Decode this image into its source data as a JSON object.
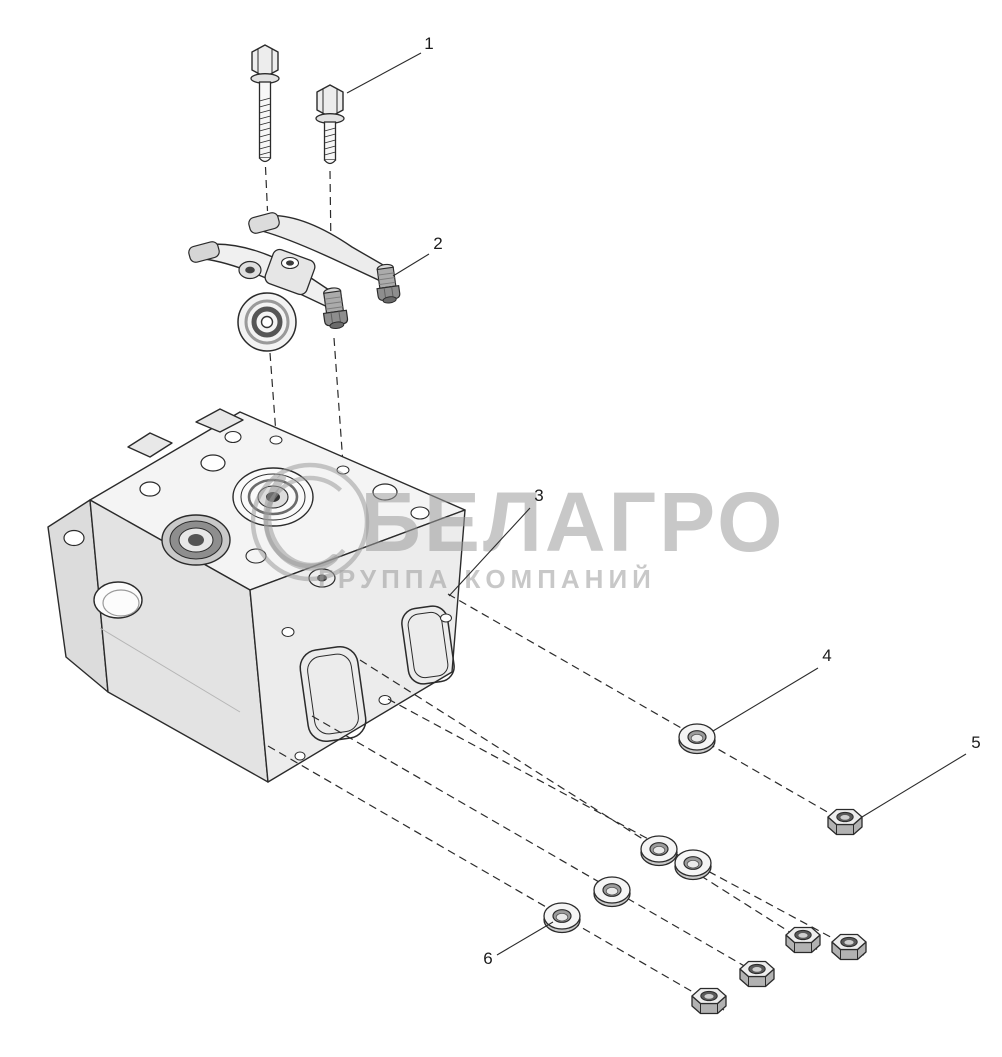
{
  "figure": {
    "kind": "exploded-parts-diagram",
    "subject": "cylinder-head-and-rocker-arm-assembly",
    "background": "#ffffff",
    "line_color": "#2b2b2b",
    "watermark_color": "#9b9b9b"
  },
  "watermark": {
    "title": "БЕЛАГРО",
    "subtitle": "ГРУППА КОМПАНИЙ"
  },
  "callouts": [
    {
      "label": "1",
      "part": "hex-flange-bolt"
    },
    {
      "label": "2",
      "part": "rocker-arm-assembly"
    },
    {
      "label": "3",
      "part": "cylinder-head"
    },
    {
      "label": "4",
      "part": "flat-washer"
    },
    {
      "label": "5",
      "part": "hex-nut"
    },
    {
      "label": "6",
      "part": "flat-washer"
    }
  ]
}
